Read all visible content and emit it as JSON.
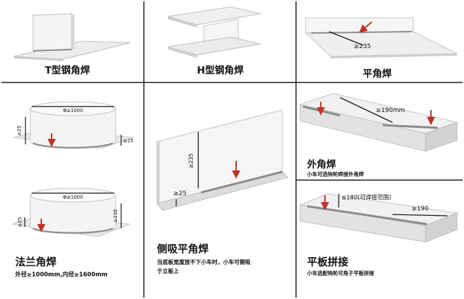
{
  "panels": {
    "t_joint": {
      "title": "T型钢角焊"
    },
    "h_joint": {
      "title": "H型钢角焊"
    },
    "flat_fillet": {
      "title": "平角焊",
      "dim_min_length": "≥235"
    },
    "outer_fillet": {
      "title": "外角焊",
      "note": "小车可选钩轮焊接外角焊",
      "dim_length": "≥190mm"
    },
    "flange": {
      "title": "法兰角焊",
      "note": "外径≥1000mm,内径≥1600mm",
      "top_diameter": "Φ≥1000",
      "top_height": "≥25",
      "top_side": "≥25",
      "bottom_diameter": "Φ≥1000",
      "bottom_height": "≥235",
      "bottom_left": "≥25"
    },
    "side_suction": {
      "title": "侧吸平角焊",
      "note_line1": "当底板宽度放不下小车时，小车可侧吸",
      "note_line2": "于立板上",
      "dim_height": "≥235",
      "dim_base": "≥25"
    },
    "plate_splice": {
      "title": "平板拼接",
      "note": "小车选配钩轮可角于平板拼接",
      "dim_range": "≤180(可焊接范围)",
      "dim_width": "≥190"
    }
  },
  "colors": {
    "arrow": "#c0322a",
    "surface_light": "#f2f2f2",
    "surface_mid": "#e3e3e3",
    "surface_dark": "#c9c9c9",
    "weld_seam": "#8a8a8a",
    "divider": "#1a1a1a"
  }
}
